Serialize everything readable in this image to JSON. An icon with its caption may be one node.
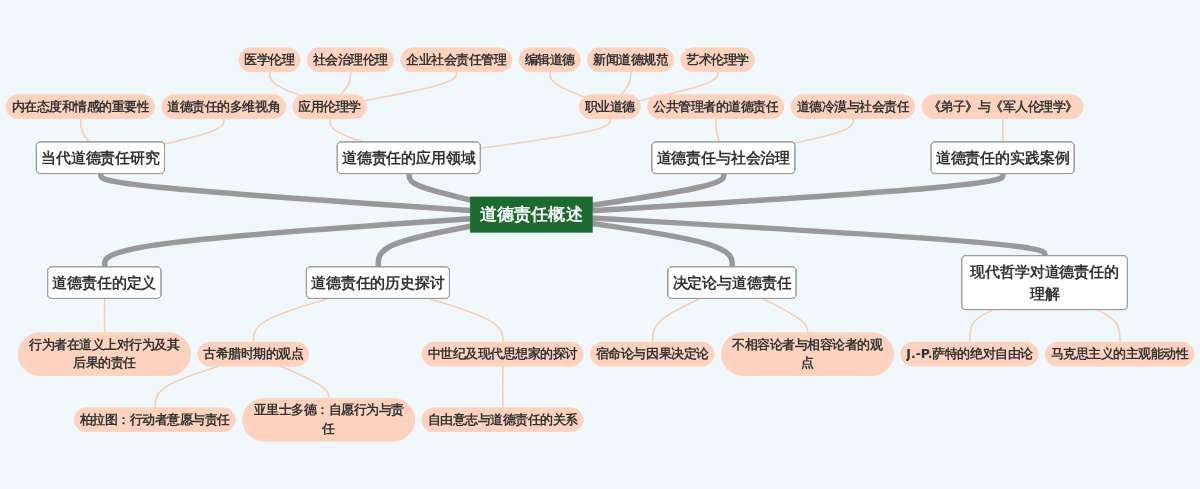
{
  "diagram": {
    "nodes": [
      {
        "text": [
          "道德责任概述"
        ]
      },
      {
        "text": [
          "当代道德责任研究"
        ]
      },
      {
        "text": [
          "内在态度和情感的重要性"
        ]
      },
      {
        "text": [
          "道德责任的多维视角"
        ]
      },
      {
        "text": [
          "道德责任的应用领域"
        ]
      },
      {
        "text": [
          "应用伦理学"
        ]
      },
      {
        "text": [
          "医学伦理"
        ]
      },
      {
        "text": [
          "社会治理伦理"
        ]
      },
      {
        "text": [
          "企业社会责任管理"
        ]
      },
      {
        "text": [
          "职业道德"
        ]
      },
      {
        "text": [
          "编辑道德"
        ]
      },
      {
        "text": [
          "新闻道德规范"
        ]
      },
      {
        "text": [
          "艺术伦理学"
        ]
      },
      {
        "text": [
          "道德责任与社会治理"
        ]
      },
      {
        "text": [
          "公共管理者的道德责任"
        ]
      },
      {
        "text": [
          "道德冷漠与社会责任"
        ]
      },
      {
        "text": [
          "道德责任的实践案例"
        ]
      },
      {
        "text": [
          "《弟子》与《军人伦理学》"
        ]
      },
      {
        "text": [
          "道德责任的定义"
        ]
      },
      {
        "text": [
          "行为者在道义上对行为及其后果的责任"
        ]
      },
      {
        "text": [
          "道德责任的历史探讨"
        ]
      },
      {
        "text": [
          "古希腊时期的观点"
        ]
      },
      {
        "text": [
          "柏拉图：行动者意愿与责任"
        ]
      },
      {
        "text": [
          "亚里士多德：自愿行为与责任"
        ]
      },
      {
        "text": [
          "中世纪及现代思想家的探讨"
        ]
      },
      {
        "text": [
          "自由意志与道德责任的关系"
        ]
      },
      {
        "text": [
          "决定论与道德责任"
        ]
      },
      {
        "text": [
          "宿命论与因果决定论"
        ]
      },
      {
        "text": [
          "不相容论者与相容论者的观点"
        ]
      },
      {
        "text": [
          "现代哲学对道德责任的理解"
        ]
      },
      {
        "text": [
          "J.-P.萨特的绝对自由论"
        ]
      },
      {
        "text": [
          "马克思主义的主观能动性"
        ]
      }
    ],
    "edges": [
      {
        "from": 0,
        "to": 1,
        "arrow": "none",
        "style": "thick",
        "color": "#999999"
      },
      {
        "from": 1,
        "to": 2,
        "arrow": "none"
      },
      {
        "from": 1,
        "to": 3,
        "arrow": "none"
      },
      {
        "from": 0,
        "to": 4,
        "arrow": "none",
        "style": "thick",
        "color": "#999999"
      },
      {
        "from": 4,
        "to": 5,
        "arrow": "none"
      },
      {
        "from": 5,
        "to": 6,
        "arrow": "none"
      },
      {
        "from": 5,
        "to": 7,
        "arrow": "none"
      },
      {
        "from": 5,
        "to": 8,
        "arrow": "none"
      },
      {
        "from": 4,
        "to": 9,
        "arrow": "none"
      },
      {
        "from": 9,
        "to": 10,
        "arrow": "none"
      },
      {
        "from": 9,
        "to": 11,
        "arrow": "none"
      },
      {
        "from": 9,
        "to": 12,
        "arrow": "none"
      },
      {
        "from": 0,
        "to": 13,
        "arrow": "none",
        "style": "thick",
        "color": "#999999"
      },
      {
        "from": 13,
        "to": 14,
        "arrow": "none"
      },
      {
        "from": 13,
        "to": 15,
        "arrow": "none"
      },
      {
        "from": 0,
        "to": 16,
        "arrow": "none",
        "style": "thick",
        "color": "#999999"
      },
      {
        "from": 16,
        "to": 17,
        "arrow": "none"
      },
      {
        "from": 0,
        "to": 18,
        "arrow": "none",
        "style": "thick",
        "color": "#999999"
      },
      {
        "from": 18,
        "to": 19,
        "arrow": "none"
      },
      {
        "from": 0,
        "to": 20,
        "arrow": "none",
        "style": "thick",
        "color": "#999999"
      },
      {
        "from": 20,
        "to": 21,
        "arrow": "none"
      },
      {
        "from": 21,
        "to": 22,
        "arrow": "none"
      },
      {
        "from": 21,
        "to": 23,
        "arrow": "none"
      },
      {
        "from": 20,
        "to": 24,
        "arrow": "none"
      },
      {
        "from": 24,
        "to": 25,
        "arrow": "none"
      },
      {
        "from": 0,
        "to": 26,
        "arrow": "none",
        "style": "thick",
        "color": "#999999"
      },
      {
        "from": 26,
        "to": 27,
        "arrow": "none"
      },
      {
        "from": 26,
        "to": 28,
        "arrow": "none"
      },
      {
        "from": 0,
        "to": 29,
        "arrow": "none",
        "style": "thick",
        "color": "#999999"
      },
      {
        "from": 29,
        "to": 30,
        "arrow": "none"
      },
      {
        "from": 29,
        "to": 31,
        "arrow": "none"
      }
    ]
  }
}
